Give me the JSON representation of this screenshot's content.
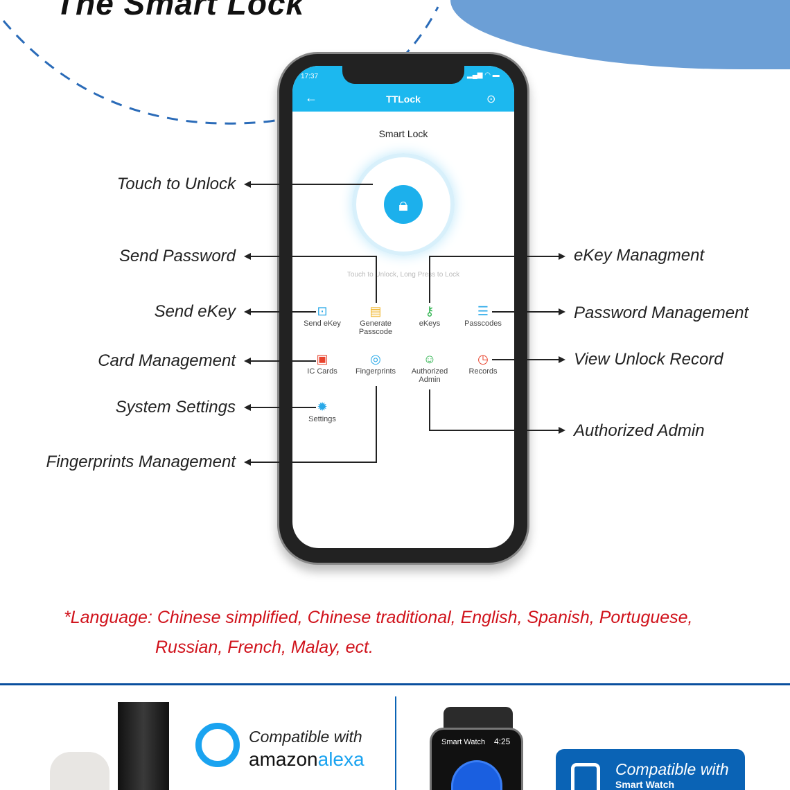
{
  "title": "The Smart Lock",
  "phone": {
    "time": "17:37",
    "app_title": "TTLock",
    "screen_title": "Smart Lock",
    "hint": "Touch to Unlock, Long Press to Lock",
    "apps": [
      {
        "label": "Send eKey",
        "icon": "ekey-send-icon",
        "color": "#2aa9e8"
      },
      {
        "label": "Generate Passcode",
        "icon": "passcode-icon",
        "color": "#f1b52a"
      },
      {
        "label": "eKeys",
        "icon": "keys-icon",
        "color": "#2bb24c"
      },
      {
        "label": "Passcodes",
        "icon": "list-icon",
        "color": "#2aa9e8"
      },
      {
        "label": "IC Cards",
        "icon": "card-icon",
        "color": "#e8432d"
      },
      {
        "label": "Fingerprints",
        "icon": "fingerprint-icon",
        "color": "#2aa9e8"
      },
      {
        "label": "Authorized Admin",
        "icon": "admin-icon",
        "color": "#2bb24c"
      },
      {
        "label": "Records",
        "icon": "history-icon",
        "color": "#e8432d"
      },
      {
        "label": "Settings",
        "icon": "gear-icon",
        "color": "#2aa9e8"
      }
    ]
  },
  "callouts": {
    "touch": "Touch to Unlock",
    "send_password": "Send Password",
    "send_ekey": "Send eKey",
    "card": "Card Management",
    "system": "System Settings",
    "fingerprints": "Fingerprints Management",
    "ekey_mgmt": "eKey Managment",
    "password_mgmt": "Password Management",
    "records": "View Unlock Record",
    "admin": "Authorized Admin"
  },
  "languages": {
    "line1": "*Language: Chinese simplified, Chinese traditional, English, Spanish, Portuguese,",
    "line2": "Russian, French, Malay, ect."
  },
  "bottom": {
    "alexa_compat": "Compatible with",
    "alexa_brand_1": "amazon",
    "alexa_brand_2": "alexa",
    "watch_label": "Smart Watch",
    "watch_time": "4:25",
    "watch_compat": "Compatible with",
    "watch_compat_2": "Smart Watch"
  },
  "colors": {
    "accent": "#1cb8ef",
    "brand_blue": "#0a63b5",
    "red": "#d0121b"
  }
}
